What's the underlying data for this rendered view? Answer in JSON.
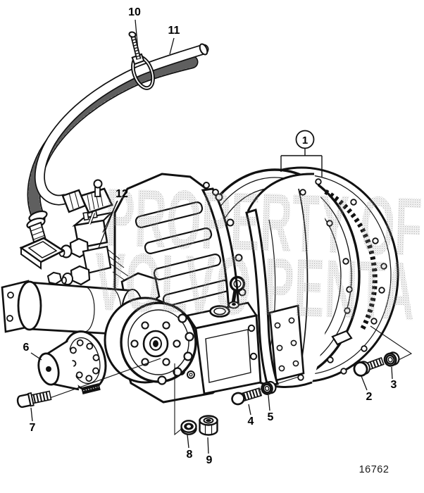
{
  "figure": {
    "watermark": {
      "line1": "PROPERTY OF",
      "line2": "VOLVO PENTA"
    },
    "drawing_number": "16762",
    "callouts": [
      {
        "label": "1"
      },
      {
        "label": "2"
      },
      {
        "label": "3"
      },
      {
        "label": "4"
      },
      {
        "label": "5"
      },
      {
        "label": "6"
      },
      {
        "label": "7"
      },
      {
        "label": "8"
      },
      {
        "label": "9"
      },
      {
        "label": "10"
      },
      {
        "label": "11"
      },
      {
        "label": "12"
      }
    ],
    "colors": {
      "ink": "#111111",
      "paper": "#ffffff",
      "watermark_dot": "#8f8f8f"
    }
  }
}
